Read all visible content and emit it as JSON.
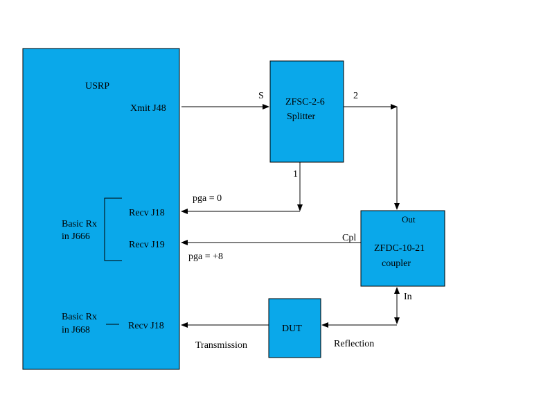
{
  "colors": {
    "box_fill": "#0aa8ea",
    "stroke": "#000000",
    "background": "#ffffff"
  },
  "usrp": {
    "title": "USRP",
    "xmit_port": "Xmit J48",
    "recv_j18_a": "Recv J18",
    "recv_j19": "Recv J19",
    "basic_rx_j666_line1": "Basic Rx",
    "basic_rx_j666_line2": "in J666",
    "basic_rx_j668_line1": "Basic Rx",
    "basic_rx_j668_line2": "in J668",
    "recv_j18_b": "Recv J18"
  },
  "splitter": {
    "name_line1": "ZFSC-2-6",
    "name_line2": "Splitter",
    "port_s": "S",
    "port_2": "2",
    "port_1": "1"
  },
  "coupler": {
    "port_out": "Out",
    "name_line1": "ZFDC-10-21",
    "name_line2": "coupler",
    "port_cpl": "Cpl",
    "port_in": "In"
  },
  "dut": {
    "name": "DUT"
  },
  "labels": {
    "pga_0": "pga = 0",
    "pga_8": "pga = +8",
    "transmission": "Transmission",
    "reflection": "Reflection"
  }
}
